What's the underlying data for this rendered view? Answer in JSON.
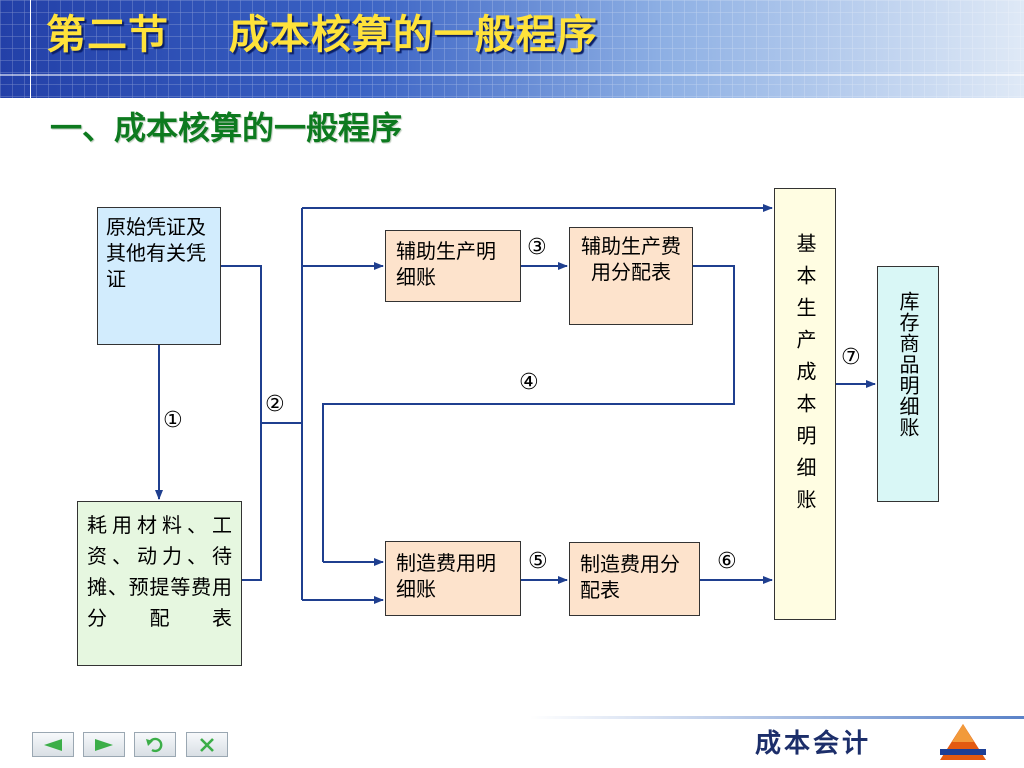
{
  "slide": {
    "title": "第二节    成本核算的一般程序",
    "subtitle": "一、成本核算的一般程序",
    "brand": "成本会计"
  },
  "diagram": {
    "boxes": {
      "original_vouchers": "原始凭证及其他有关凭  证",
      "expense_allocation": "耗用材料、工资、动力、待摊、预提等费用分配表",
      "aux_ledger": "辅助生产明细账",
      "aux_allocation": "辅助生产费用分配表",
      "mfg_ledger": "制造费用明细账",
      "mfg_allocation": "制造费用分配表",
      "basic_cost_ledger": "基本生产成本明细账",
      "inventory_ledger": "库存商品明细账"
    },
    "step_markers": [
      "①",
      "②",
      "③",
      "④",
      "⑤",
      "⑥",
      "⑦"
    ]
  },
  "nav": {
    "icons": [
      "prev-arrow-icon",
      "next-arrow-icon",
      "return-icon",
      "close-icon"
    ]
  },
  "colors": {
    "title_text": "#ffe23a",
    "subtitle_text": "#0d7a1f",
    "arrow": "#1f3f8f",
    "header_blue": "#2340a8"
  }
}
